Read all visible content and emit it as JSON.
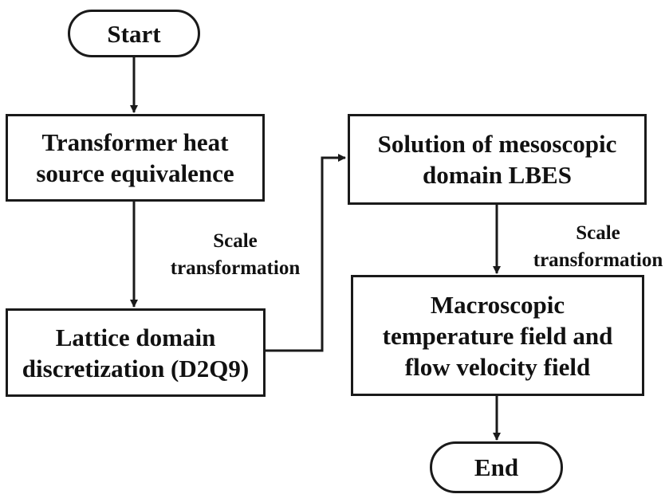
{
  "nodes": {
    "start": "Start",
    "heat_source": "Transformer heat\nsource equivalence",
    "lattice": "Lattice domain\ndiscretization (D2Q9)",
    "solution": "Solution of mesoscopic\ndomain LBES",
    "macroscopic": "Macroscopic\ntemperature field and\nflow velocity field",
    "end": "End"
  },
  "edge_labels": {
    "left_scale": "Scale\ntransformation",
    "right_scale": "Scale\ntransformation"
  }
}
